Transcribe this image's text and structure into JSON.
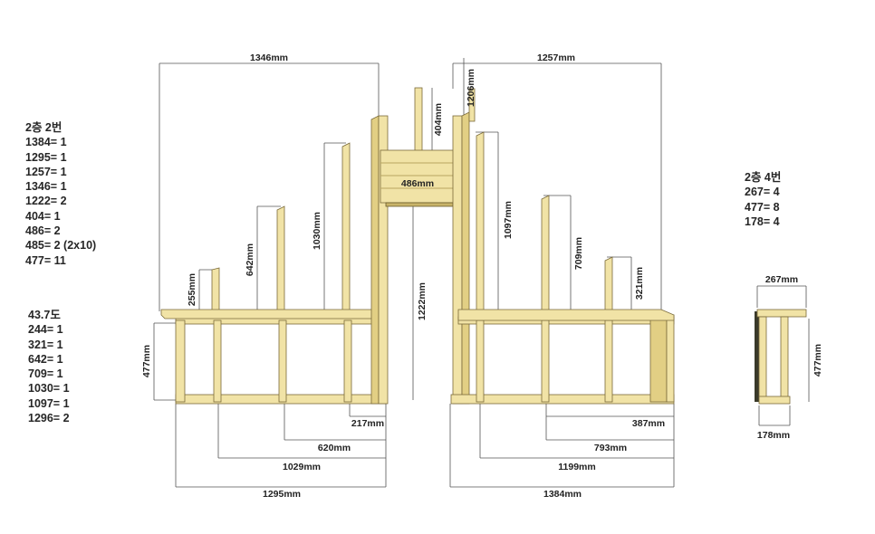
{
  "left_notes": {
    "title": "2층 2번",
    "lines": [
      "1384= 1",
      "1295= 1",
      "1257= 1",
      "1346= 1",
      "1222= 2",
      "404= 1",
      "486= 2",
      "485= 2 (2x10)",
      "477= 11"
    ]
  },
  "angle_notes": {
    "title": "43.7도",
    "lines": [
      "244= 1",
      "321= 1",
      "642= 1",
      "709= 1",
      "1030= 1",
      "1097= 1",
      "1296= 2"
    ]
  },
  "right_notes": {
    "title": "2층 4번",
    "lines": [
      "267= 4",
      "477= 8",
      "178= 4"
    ]
  },
  "dimensions": {
    "top_left_width": "1346mm",
    "top_right_width": "1257mm",
    "center_post_height": "404mm",
    "right_post_height": "1206mm",
    "header_width": "486mm",
    "post_255": "255mm",
    "post_642": "642mm",
    "post_1030": "1030mm",
    "post_1097": "1097mm",
    "post_709": "709mm",
    "post_321": "321mm",
    "opening_height": "1222mm",
    "left_base_height": "477mm",
    "offset_217": "217mm",
    "offset_620": "620mm",
    "offset_1029": "1029mm",
    "bottom_left_width": "1295mm",
    "offset_387": "387mm",
    "offset_793": "793mm",
    "offset_1199": "1199mm",
    "bottom_right_width": "1384mm",
    "small_top_width": "267mm",
    "small_height": "477mm",
    "small_bottom_width": "178mm"
  }
}
